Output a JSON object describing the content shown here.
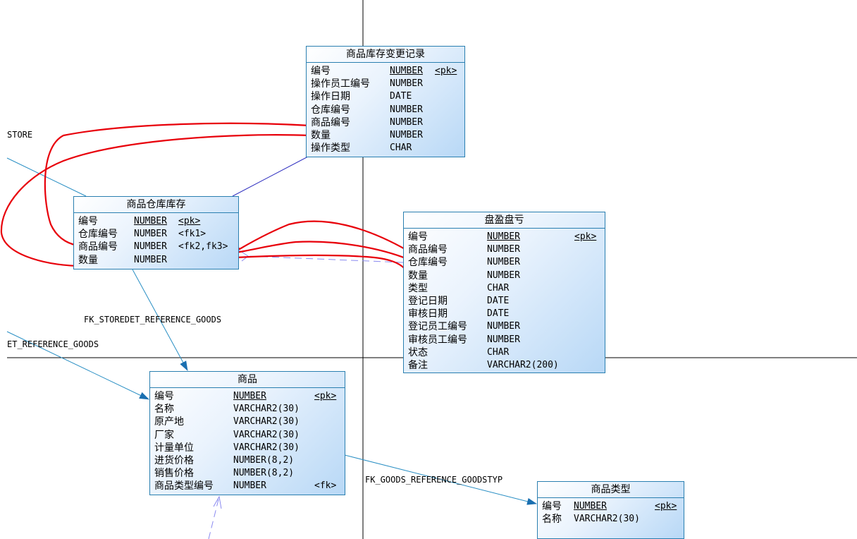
{
  "entities": {
    "change_log": {
      "title": "商品库存变更记录",
      "rows": [
        {
          "name": "编号",
          "type": "NUMBER",
          "key": "<pk>"
        },
        {
          "name": "操作员工编号",
          "type": "NUMBER",
          "key": ""
        },
        {
          "name": "操作日期",
          "type": "DATE",
          "key": ""
        },
        {
          "name": "仓库编号",
          "type": "NUMBER",
          "key": ""
        },
        {
          "name": "商品编号",
          "type": "NUMBER",
          "key": ""
        },
        {
          "name": "数量",
          "type": "NUMBER",
          "key": ""
        },
        {
          "name": "操作类型",
          "type": "CHAR",
          "key": ""
        }
      ]
    },
    "warehouse_stock": {
      "title": "商品仓库库存",
      "rows": [
        {
          "name": "编号",
          "type": "NUMBER",
          "key": "<pk>"
        },
        {
          "name": "仓库编号",
          "type": "NUMBER",
          "key": "<fk1>"
        },
        {
          "name": "商品编号",
          "type": "NUMBER",
          "key": "<fk2,fk3>"
        },
        {
          "name": "数量",
          "type": "NUMBER",
          "key": ""
        }
      ]
    },
    "stocktake": {
      "title": "盘盈盘亏",
      "rows": [
        {
          "name": "编号",
          "type": "NUMBER",
          "key": "<pk>"
        },
        {
          "name": "商品编号",
          "type": "NUMBER",
          "key": ""
        },
        {
          "name": "仓库编号",
          "type": "NUMBER",
          "key": ""
        },
        {
          "name": "数量",
          "type": "NUMBER",
          "key": ""
        },
        {
          "name": "类型",
          "type": "CHAR",
          "key": ""
        },
        {
          "name": "登记日期",
          "type": "DATE",
          "key": ""
        },
        {
          "name": "审核日期",
          "type": "DATE",
          "key": ""
        },
        {
          "name": "登记员工编号",
          "type": "NUMBER",
          "key": ""
        },
        {
          "name": "审核员工编号",
          "type": "NUMBER",
          "key": ""
        },
        {
          "name": "状态",
          "type": "CHAR",
          "key": ""
        },
        {
          "name": "备注",
          "type": "VARCHAR2(200)",
          "key": ""
        }
      ]
    },
    "goods": {
      "title": "商品",
      "rows": [
        {
          "name": "编号",
          "type": "NUMBER",
          "key": "<pk>"
        },
        {
          "name": "名称",
          "type": "VARCHAR2(30)",
          "key": ""
        },
        {
          "name": "原产地",
          "type": "VARCHAR2(30)",
          "key": ""
        },
        {
          "name": "厂家",
          "type": "VARCHAR2(30)",
          "key": ""
        },
        {
          "name": "计量单位",
          "type": "VARCHAR2(30)",
          "key": ""
        },
        {
          "name": "进货价格",
          "type": "NUMBER(8,2)",
          "key": ""
        },
        {
          "name": "销售价格",
          "type": "NUMBER(8,2)",
          "key": ""
        },
        {
          "name": "商品类型编号",
          "type": "NUMBER",
          "key": "<fk>"
        }
      ]
    },
    "goods_type": {
      "title": "商品类型",
      "rows": [
        {
          "name": "编号",
          "type": "NUMBER",
          "key": "<pk>"
        },
        {
          "name": "名称",
          "type": "VARCHAR2(30)",
          "key": ""
        }
      ]
    }
  },
  "labels": {
    "store": "STORE",
    "fk_storedet_goods": "FK_STOREDET_REFERENCE_GOODS",
    "et_reference_goods": "ET_REFERENCE_GOODS",
    "fk_goods_goodstyp": "FK_GOODS_REFERENCE_GOODSTYP"
  },
  "colors": {
    "entity_border": "#2a7fb0",
    "relation_line": "#2a8fc4",
    "dashed_line": "#8a8af0",
    "annotation": "#e8000a"
  }
}
